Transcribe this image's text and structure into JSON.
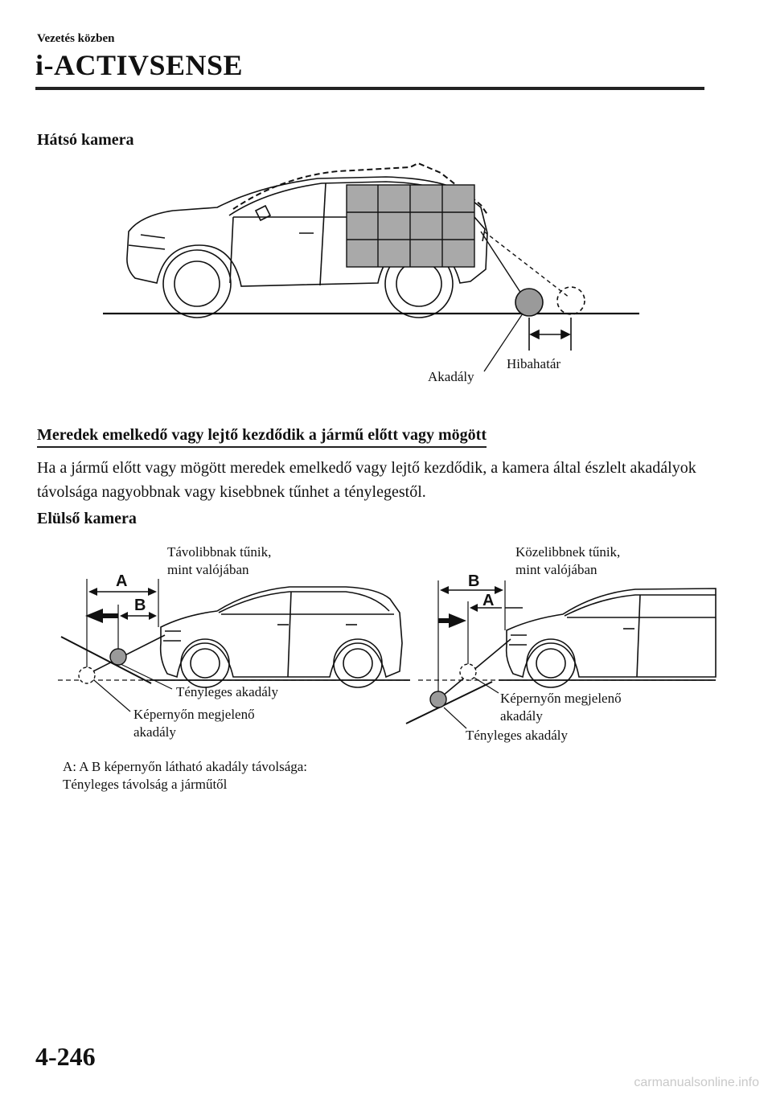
{
  "header": {
    "section": "Vezetés közben",
    "title": "i-ACTIVSENSE"
  },
  "rear_camera": {
    "heading": "Hátsó kamera",
    "label_obstacle": "Akadály",
    "label_margin": "Hibahatár"
  },
  "slope": {
    "heading": "Meredek emelkedő vagy lejtő kezdődik a jármű előtt vagy mögött",
    "paragraph": "Ha a jármű előtt vagy mögött meredek emelkedő vagy lejtő kezdődik, a kamera által észlelt akadályok távolsága nagyobbnak vagy kisebbnek tűnhet a ténylegestől."
  },
  "front_camera": {
    "heading": "Elülső kamera",
    "left": {
      "appears_line1": "Távolibbnak tűnik,",
      "appears_line2": "mint valójában",
      "letter_a": "A",
      "letter_b": "B",
      "actual": "Tényleges akadály",
      "onscreen_line1": "Képernyőn megjelenő",
      "onscreen_line2": "akadály"
    },
    "right": {
      "appears_line1": "Közelibbnek tűnik,",
      "appears_line2": "mint valójában",
      "letter_b": "B",
      "letter_a": "A",
      "onscreen_line1": "Képernyőn megjelenő",
      "onscreen_line2": "akadály",
      "actual": "Tényleges akadály"
    },
    "legend_line1": "A: A B képernyőn látható akadály távolsága:",
    "legend_line2": "Tényleges távolság a járműtől"
  },
  "footer": {
    "page_number": "4-246",
    "watermark": "carmanualsonline.info"
  },
  "colors": {
    "ink": "#111111",
    "grid_gray": "#a9a9a9",
    "obstacle_gray": "#9a9a9a",
    "watermark": "#c9c9c9"
  }
}
